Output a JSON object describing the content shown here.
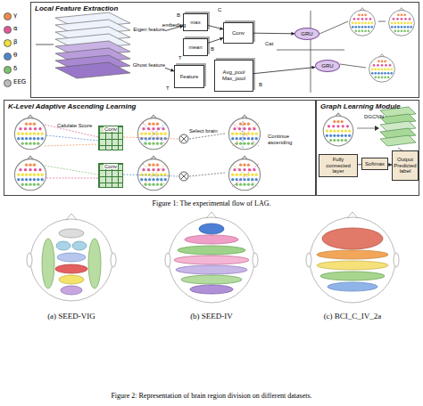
{
  "diagram": {
    "caption": "Figure 1: The experimental flow of LAG.",
    "nodes": [
      {
        "text": [
          "Local Feature Extraction"
        ]
      },
      {
        "text": [
          "Eigen feature",
          "Ghost feature"
        ],
        "in": 0
      },
      {
        "text": [
          "max"
        ],
        "in": 0
      },
      {
        "text": [
          "mean"
        ],
        "in": 0
      },
      {
        "text": [
          "Conv"
        ],
        "in": 0
      },
      {
        "text": [
          "Feature"
        ],
        "in": 0
      },
      {
        "text": [
          "Avg_pool",
          "Max_pool"
        ],
        "in": 0
      },
      {
        "text": [
          "GRU"
        ],
        "in": 0
      },
      {
        "text": [
          "GRU"
        ],
        "in": 0
      },
      {
        "text": [
          "K-Level Adaptive Ascending Learning"
        ]
      },
      {
        "text": [
          "Conv"
        ],
        "in": 9
      },
      {
        "text": [
          "Conv"
        ],
        "in": 9
      },
      {
        "text": [
          "Graph Learning Module"
        ]
      },
      {
        "text": [
          "Fully connected layer"
        ],
        "in": 12
      },
      {
        "text": [
          "Softmax"
        ],
        "in": 12
      },
      {
        "text": [
          "Output Predicted label"
        ],
        "in": 12
      },
      {
        "text": [
          "(a) SEED-VIG"
        ]
      },
      {
        "text": [
          "(b) SEED-IV"
        ]
      },
      {
        "text": [
          "(c) BCI_C_IV_2a"
        ]
      }
    ],
    "edges": [
      {
        "from": 1,
        "to": 2,
        "label": "embeding",
        "arrow": "to"
      },
      {
        "from": 1,
        "to": 5,
        "arrow": "to"
      },
      {
        "from": 2,
        "to": 4,
        "arrow": "to"
      },
      {
        "from": 3,
        "to": 4,
        "arrow": "to"
      },
      {
        "from": 4,
        "to": 7,
        "arrow": "to"
      },
      {
        "from": 6,
        "to": 8,
        "arrow": "to"
      },
      {
        "from": 13,
        "to": 14,
        "arrow": "none"
      },
      {
        "from": 14,
        "to": 15,
        "arrow": "to"
      }
    ],
    "labels": [
      "B",
      "C",
      "B",
      "T",
      "T",
      "B",
      "Cat",
      "Calulate Score",
      "Select brain",
      "Continue ascending",
      "DGCNN",
      "Figure 2: Representation of brain region division on different datasets."
    ],
    "legend": [
      {
        "text": "γ",
        "color": "#f08a4b"
      },
      {
        "text": "α",
        "color": "#e0559b"
      },
      {
        "text": "β",
        "color": "#f2e03a"
      },
      {
        "text": "θ",
        "color": "#4d86d1"
      },
      {
        "text": "δ",
        "color": "#7dc26b"
      },
      {
        "text": "EEG",
        "color": "#bdbdbd"
      }
    ]
  }
}
